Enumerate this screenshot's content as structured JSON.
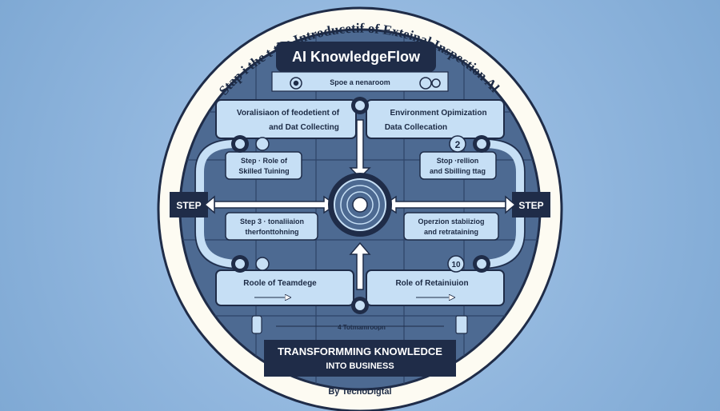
{
  "arc_title": "Stap i the t the Introducetif of Exteinal Inspection All",
  "header": "AI KnowledgeFlow",
  "top_label": "Spoe a nenaroom",
  "boxes": {
    "top_left": [
      "Voralisiaon of feodetient of",
      "and Dat Collecting"
    ],
    "top_right": [
      "Environment Opimization",
      "Data Collecation"
    ],
    "mid_left_upper": [
      "Step · Role of",
      "Skilled Tuining"
    ],
    "mid_right_upper": [
      "Stop ·rellion",
      "and Sbilling ttag"
    ],
    "mid_left_lower": [
      "Step 3 · tonaliiaion",
      "therfonttohning"
    ],
    "mid_right_lower": [
      "Operzion stabiiziog",
      "and retrataining"
    ],
    "bottom_left": [
      "Roole of Teamdege"
    ],
    "bottom_right": [
      "Role of Retainiuion"
    ]
  },
  "step_left": "STEP",
  "step_right": "STEP",
  "num_right_upper": "2",
  "num_right_lower": "10",
  "bottom_small": "4 Totmamroopn",
  "footer_title": [
    "TRANSFORMMING KNOWLEDCE",
    "INTO BUSINESS"
  ],
  "byline": "By TecnoDigtal",
  "colors": {
    "background": "#8fb5dd",
    "ring": "#fdfbf2",
    "navy": "#1f2c48",
    "steel": "#4d6a92",
    "light_box": "#c6dff5"
  }
}
